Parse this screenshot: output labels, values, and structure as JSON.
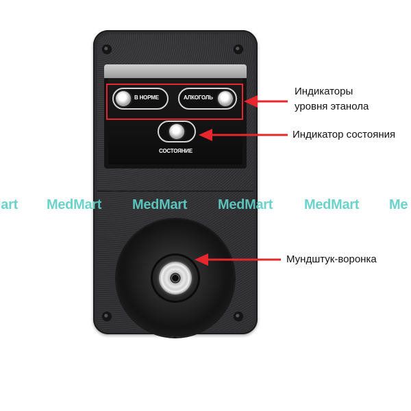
{
  "device": {
    "indicator_norm_label": "В НОРМЕ",
    "indicator_alcohol_label": "АЛКОГОЛЬ",
    "indicator_state_label": "СОСТОЯНИЕ"
  },
  "callouts": {
    "ethanol_level_line1": "Индикаторы",
    "ethanol_level_line2": "уровня этанола",
    "state_indicator": "Индикатор состояния",
    "mouthpiece": "Мундштук-воронка"
  },
  "watermark": {
    "items": [
      "lart",
      "MedMart",
      "MedMart",
      "MedMart",
      "MedMart",
      "Me"
    ]
  },
  "colors": {
    "annotation_red": "#e8262d",
    "watermark_teal": "#5fcfc8",
    "device_body": "#2f2f31"
  }
}
